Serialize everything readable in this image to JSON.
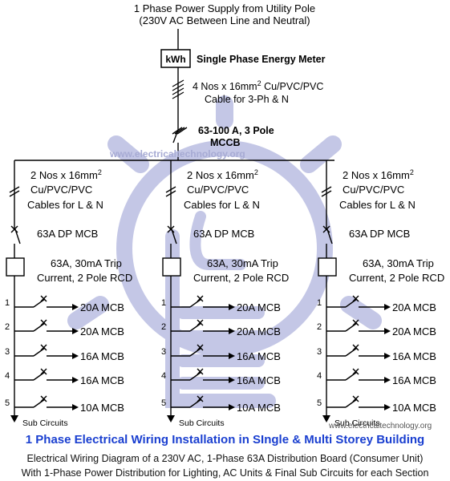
{
  "supply": {
    "line1": "1 Phase Power Supply from Utility Pole",
    "line2": "(230V AC Between Line and Neutral)"
  },
  "meter": {
    "symbol": "kWh",
    "label": "Single Phase Energy Meter"
  },
  "main_cable": {
    "line1_pre": "4 Nos x 16mm",
    "line1_sup": "2",
    "line1_post": " Cu/PVC/PVC",
    "line2": "Cable for 3-Ph & N"
  },
  "mccb": {
    "line1": "63-100 A, 3 Pole",
    "line2": "MCCB"
  },
  "watermark": "www.electricaltechnology.org",
  "watermark_color": "#b9bde0",
  "accent_color": "#1a3fd0",
  "branches": [
    {
      "cable_line1_pre": "2 Nos x 16mm",
      "cable_line1_sup": "2",
      "cable_line2": "Cu/PVC/PVC",
      "cable_line3": "Cables for L & N",
      "mcb": "63A DP MCB",
      "rcd_line1": "63A, 30mA Trip",
      "rcd_line2": "Current, 2 Pole RCD",
      "circuits": [
        {
          "num": "1",
          "label": "20A MCB"
        },
        {
          "num": "2",
          "label": "20A MCB"
        },
        {
          "num": "3",
          "label": "16A MCB"
        },
        {
          "num": "4",
          "label": "16A MCB"
        },
        {
          "num": "5",
          "label": "10A MCB"
        }
      ],
      "sub_label": "Sub Circuits"
    },
    {
      "cable_line1_pre": "2 Nos x 16mm",
      "cable_line1_sup": "2",
      "cable_line2": "Cu/PVC/PVC",
      "cable_line3": "Cables for L & N",
      "mcb": "63A DP MCB",
      "rcd_line1": "63A, 30mA Trip",
      "rcd_line2": "Current, 2 Pole RCD",
      "circuits": [
        {
          "num": "1",
          "label": "20A MCB"
        },
        {
          "num": "2",
          "label": "20A MCB"
        },
        {
          "num": "3",
          "label": "16A MCB"
        },
        {
          "num": "4",
          "label": "16A MCB"
        },
        {
          "num": "5",
          "label": "10A MCB"
        }
      ],
      "sub_label": "Sub Circuits"
    },
    {
      "cable_line1_pre": "2 Nos x 16mm",
      "cable_line1_sup": "2",
      "cable_line2": "Cu/PVC/PVC",
      "cable_line3": "Cables for L & N",
      "mcb": "63A DP MCB",
      "rcd_line1": "63A, 30mA Trip",
      "rcd_line2": "Current, 2 Pole RCD",
      "circuits": [
        {
          "num": "1",
          "label": "20A MCB"
        },
        {
          "num": "2",
          "label": "20A MCB"
        },
        {
          "num": "3",
          "label": "16A MCB"
        },
        {
          "num": "4",
          "label": "16A MCB"
        },
        {
          "num": "5",
          "label": "10A MCB"
        }
      ],
      "sub_label": "Sub Circuits"
    }
  ],
  "footer_watermark": "www.electricaltechnology.org",
  "caption": {
    "title": "1 Phase Electrical Wiring Installation in SIngle & Multi Storey Building",
    "line1": "Electrical Wiring Diagram of a 230V AC, 1-Phase 63A Distribution Board (Consumer Unit)",
    "line2": "With 1-Phase Power Distribution for Lighting, AC Units & Final Sub Circuits for each Section"
  }
}
